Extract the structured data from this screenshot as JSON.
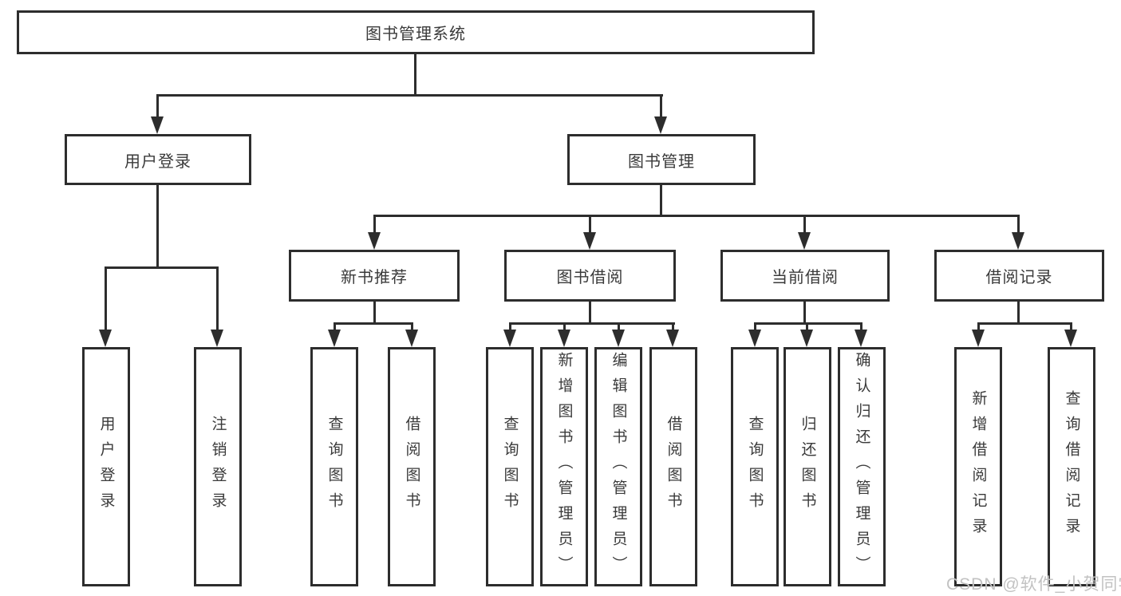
{
  "tree": {
    "root": "图书管理系统",
    "branches": [
      {
        "label": "用户登录",
        "leaves": [
          "用户登录",
          "注销登录"
        ]
      },
      {
        "label": "图书管理",
        "groups": [
          {
            "label": "新书推荐",
            "leaves": [
              "查询图书",
              "借阅图书"
            ]
          },
          {
            "label": "图书借阅",
            "leaves": [
              "查询图书",
              "新增图书（管理员）",
              "编辑图书（管理员）",
              "借阅图书"
            ]
          },
          {
            "label": "当前借阅",
            "leaves": [
              "查询图书",
              "归还图书",
              "确认归还（管理员）"
            ]
          },
          {
            "label": "借阅记录",
            "leaves": [
              "新增借阅记录",
              "查询借阅记录"
            ]
          }
        ]
      }
    ]
  },
  "watermark": {
    "text": "CSDN @软件_小贺同学"
  },
  "colors": {
    "line": "#2d2d2d",
    "text": "#3a3a3a",
    "watermark": "#c2c2c2",
    "background": "#ffffff"
  }
}
